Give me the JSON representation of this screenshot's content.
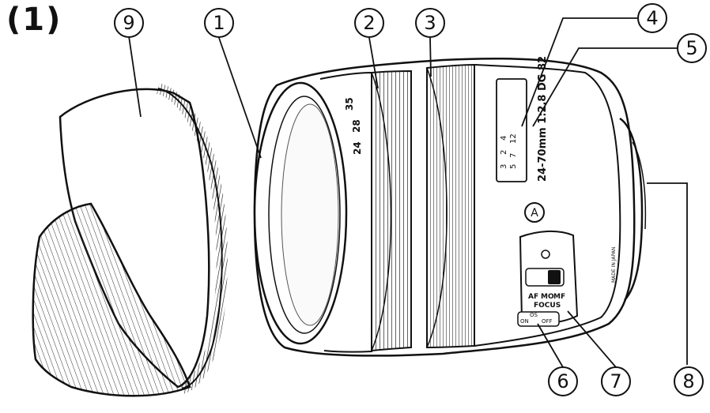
{
  "figure_label": "(1)",
  "callouts": [
    {
      "id": "9",
      "label": "9"
    },
    {
      "id": "1",
      "label": "1"
    },
    {
      "id": "2",
      "label": "2"
    },
    {
      "id": "3",
      "label": "3"
    },
    {
      "id": "4",
      "label": "4"
    },
    {
      "id": "5",
      "label": "5"
    },
    {
      "id": "6",
      "label": "6"
    },
    {
      "id": "7",
      "label": "7"
    },
    {
      "id": "8",
      "label": "8"
    }
  ],
  "lens_text": {
    "model": "24-70mm 1:2.8 DG 82",
    "art_badge": "A",
    "zoom_marks": [
      "24",
      "28",
      "35"
    ],
    "switch_af": "AF",
    "switch_mo": "MO",
    "switch_mf": "MF",
    "switch_focus": "FOCUS",
    "os_label": "OS",
    "os_on": "ON",
    "os_off": "OFF",
    "dist_ft": [
      "3",
      "2",
      "4"
    ],
    "dist_m": [
      "5",
      "7",
      "12"
    ],
    "made_in": "MADE IN JAPAN"
  }
}
